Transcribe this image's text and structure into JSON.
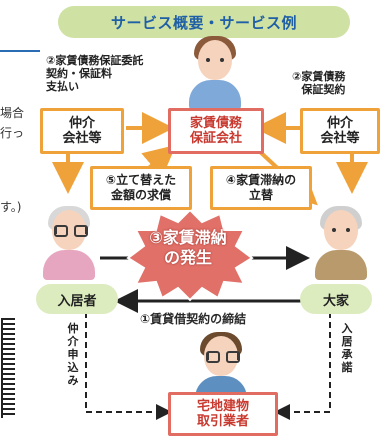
{
  "title": "サービス概要・サービス例",
  "left_fragments": {
    "line1": "場合",
    "line2": "行っ",
    "line3": "す。)"
  },
  "captions": {
    "left_top": [
      "②家賃債務保証委託",
      "契約・保証料",
      "支払い"
    ],
    "right_top": [
      "②家賃債務",
      "保証契約"
    ]
  },
  "boxes": {
    "guarantee_company": [
      "家賃債務",
      "保証会社"
    ],
    "agent_left": [
      "仲介",
      "会社等"
    ],
    "agent_right": [
      "仲介",
      "会社等"
    ],
    "claim": [
      "⑤立て替えた",
      "金額の求償"
    ],
    "advance": [
      "④家賃滞納の",
      "立替"
    ],
    "broker": [
      "宅地建物",
      "取引業者"
    ]
  },
  "burst": [
    "③家賃滞納",
    "の発生"
  ],
  "pills": {
    "tenant": "入居者",
    "landlord": "大家"
  },
  "contract_label": "①賃貸借契約の締結",
  "vertical": {
    "left": [
      "仲",
      "介",
      "申",
      "込",
      "み"
    ],
    "right": [
      "入",
      "居",
      "承",
      "諾"
    ]
  },
  "colors": {
    "title_bg": "#cfe2a4",
    "title_text": "#1f5fa6",
    "orange": "#f0a23a",
    "red": "#c8392f",
    "burst": "#e07068",
    "pill_bg": "#dcecbf"
  },
  "icons": [
    "woman-icon",
    "elderly-woman-icon",
    "elderly-man-icon",
    "man-with-glasses-icon"
  ]
}
